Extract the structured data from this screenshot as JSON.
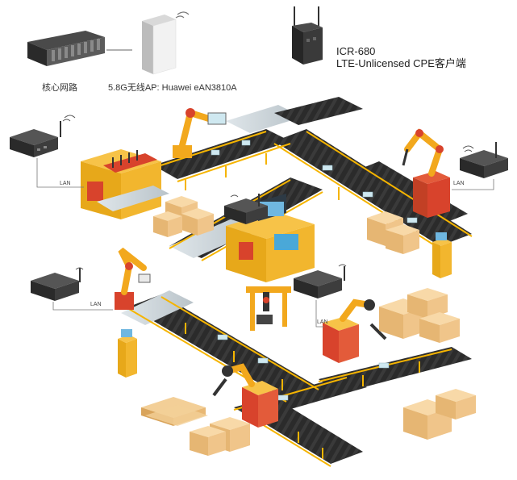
{
  "top": {
    "core_label": "核心网路",
    "ap_label": "5.8G无线AP: Huawei eAN3810A",
    "cpe_model": "ICR-680",
    "cpe_desc": "LTE-Unlicensed CPE客户端"
  },
  "links": [
    {
      "label": "LAN"
    },
    {
      "label": "LAN"
    },
    {
      "label": "LAN"
    },
    {
      "label": "LAN"
    }
  ],
  "colors": {
    "belt": "#2b2b2b",
    "frame": "#f5b400",
    "machine": "#f2a81d",
    "red": "#d8432c",
    "box": "#f2c98c",
    "router": "#3a3a3a"
  }
}
